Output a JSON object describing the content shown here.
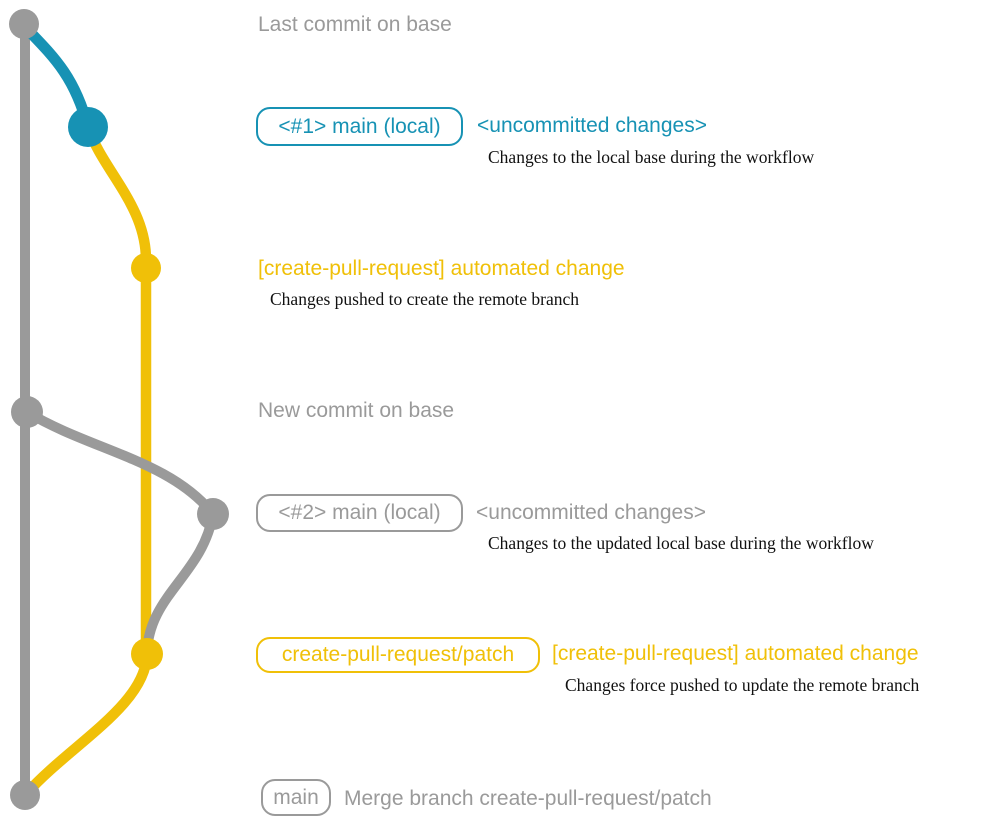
{
  "colors": {
    "gray": "#9a9a9a",
    "blue": "#1792b4",
    "yellow": "#f0c008",
    "note_text": "#111111",
    "background": "#ffffff"
  },
  "graph": {
    "edges": [
      {
        "name": "base-branch-line",
        "color": "#9a9a9a"
      },
      {
        "name": "fork-to-main-local-1",
        "color": "#1792b4"
      },
      {
        "name": "patch-branch-line",
        "color": "#f0c008"
      },
      {
        "name": "fork-to-main-local-2",
        "color": "#9a9a9a"
      },
      {
        "name": "rebase-to-patch",
        "color": "#9a9a9a"
      },
      {
        "name": "merge-patch-into-main",
        "color": "#f0c008"
      }
    ],
    "nodes": [
      {
        "name": "commit-last-on-base",
        "color": "#9a9a9a"
      },
      {
        "name": "commit-main-local-1",
        "color": "#1792b4"
      },
      {
        "name": "commit-patch-1",
        "color": "#f0c008"
      },
      {
        "name": "commit-new-on-base",
        "color": "#9a9a9a"
      },
      {
        "name": "commit-main-local-2",
        "color": "#9a9a9a"
      },
      {
        "name": "commit-patch-2",
        "color": "#f0c008"
      },
      {
        "name": "commit-merge",
        "color": "#9a9a9a"
      }
    ]
  },
  "labels": {
    "last_commit": "Last commit on base",
    "branch1_pill": "<#1> main (local)",
    "branch1_note": "<uncommitted changes>",
    "branch1_desc": "Changes to the local base during the workflow",
    "cpr_commit1": "[create-pull-request] automated change",
    "cpr_commit1_desc": "Changes pushed to create the remote branch",
    "new_commit": "New commit on base",
    "branch2_pill": "<#2> main (local)",
    "branch2_note": "<uncommitted changes>",
    "branch2_desc": "Changes to the updated local base during the workflow",
    "patch_pill": "create-pull-request/patch",
    "cpr_commit2": "[create-pull-request] automated change",
    "cpr_commit2_desc": "Changes force pushed to update the remote branch",
    "main_pill": "main",
    "merge_label": "Merge branch create-pull-request/patch"
  }
}
